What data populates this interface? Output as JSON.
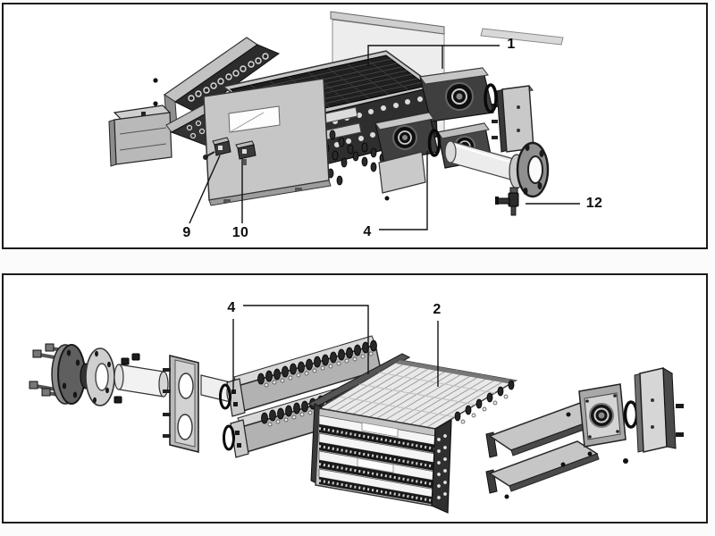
{
  "figure": {
    "type": "exploded-parts-diagram",
    "panel_count": 2,
    "panels": {
      "top": {
        "name": "burner-heat-exchanger-assembly-view-1",
        "callouts": [
          {
            "label": "1"
          },
          {
            "label": "9"
          },
          {
            "label": "10"
          },
          {
            "label": "4"
          },
          {
            "label": "12"
          }
        ]
      },
      "bottom": {
        "name": "burner-heat-exchanger-assembly-view-2",
        "callouts": [
          {
            "label": "4"
          },
          {
            "label": "2"
          }
        ]
      }
    },
    "colors": {
      "panel_border": "#1a1a1a",
      "leader_line": "#111111",
      "metal_light": "#d6d6d6",
      "metal_mid": "#a9a9a9",
      "metal_dark": "#333333",
      "mesh_dark": "#1f1f1f",
      "background": "#ffffff"
    }
  }
}
